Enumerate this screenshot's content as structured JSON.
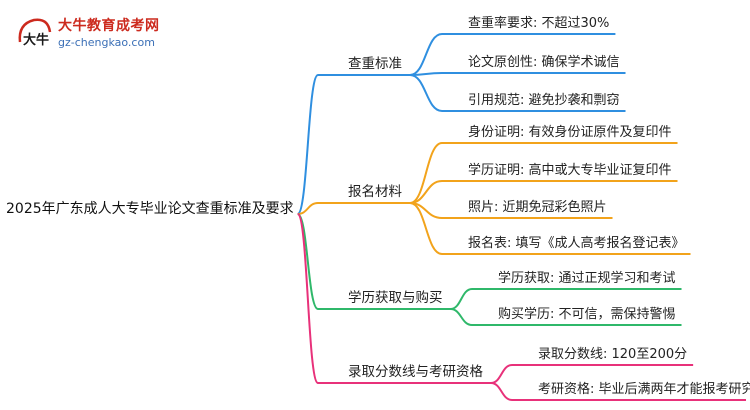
{
  "logo": {
    "title": "大牛教育成考网",
    "url": "gz-chengkao.com",
    "mark_text": "大牛"
  },
  "mindmap": {
    "root": "2025年广东成人大专毕业论文查重标准及要求",
    "branches": [
      {
        "label": "查重标准",
        "color": "#2f8fe0",
        "children": [
          "查重率要求: 不超过30%",
          "论文原创性: 确保学术诚信",
          "引用规范: 避免抄袭和剽窃"
        ]
      },
      {
        "label": "报名材料",
        "color": "#f2a31b",
        "children": [
          "身份证明: 有效身份证原件及复印件",
          "学历证明: 高中或大专毕业证复印件",
          "照片: 近期免冠彩色照片",
          "报名表: 填写《成人高考报名登记表》"
        ]
      },
      {
        "label": "学历获取与购买",
        "color": "#2fb86a",
        "children": [
          "学历获取: 通过正规学习和考试",
          "购买学历: 不可信，需保持警惕"
        ]
      },
      {
        "label": "录取分数线与考研资格",
        "color": "#e8317a",
        "children": [
          "录取分数线: 120至200分",
          "考研资格: 毕业后满两年才能报考研究生"
        ]
      }
    ]
  }
}
